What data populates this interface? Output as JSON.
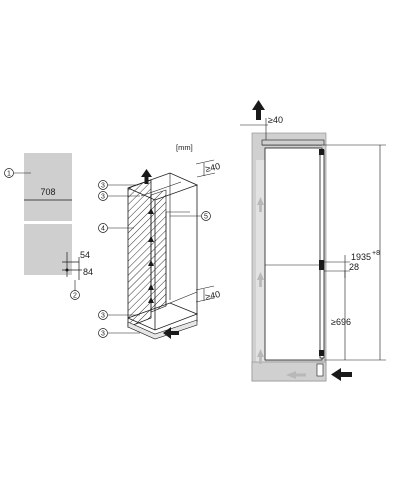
{
  "fridge_front": {
    "width_label": "708",
    "handle_offset_x": "54",
    "handle_offset_y": "84",
    "callout_1": "1",
    "callout_2": "2"
  },
  "niche_isometric": {
    "unit_label": "[mm]",
    "top_gap": "≥40",
    "bottom_gap": "≥40",
    "callouts": [
      "3",
      "3",
      "4",
      "5",
      "3",
      "3"
    ]
  },
  "side_section": {
    "top_clearance": "≥40",
    "total_height": "1935",
    "total_height_tolerance": "+8",
    "middle_gap": "28",
    "lower_height": "≥696"
  },
  "colors": {
    "panel_grey": "#cfcfcf",
    "panel_dark": "#a8a8a8",
    "line": "#1a1a1a",
    "arrow_light": "#b8b8b8"
  }
}
